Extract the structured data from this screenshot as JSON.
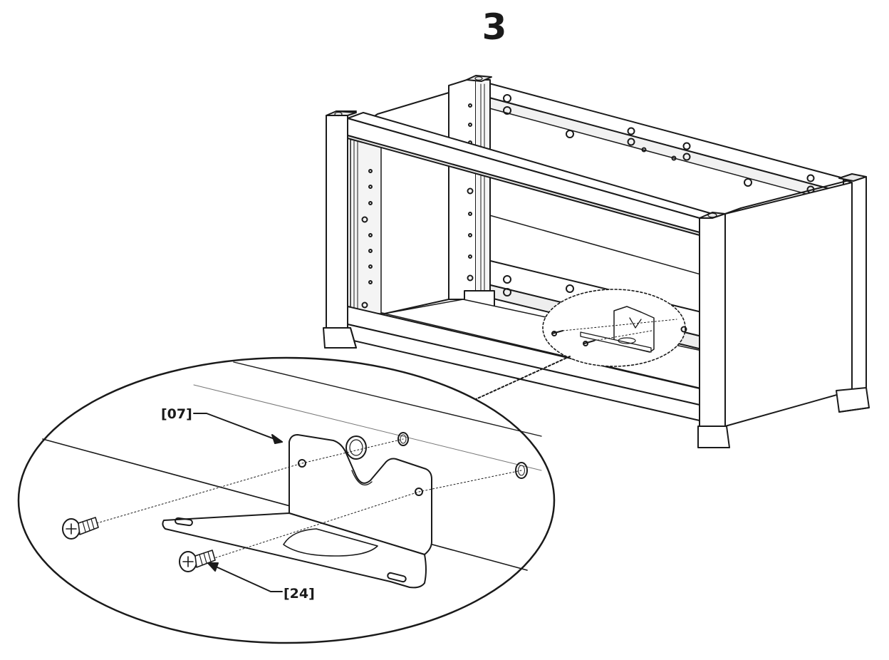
{
  "step": {
    "number": "3"
  },
  "parts": [
    {
      "id": "07",
      "label": "[07]",
      "description": "bracket"
    },
    {
      "id": "24",
      "label": "[24]",
      "description": "screw"
    }
  ]
}
